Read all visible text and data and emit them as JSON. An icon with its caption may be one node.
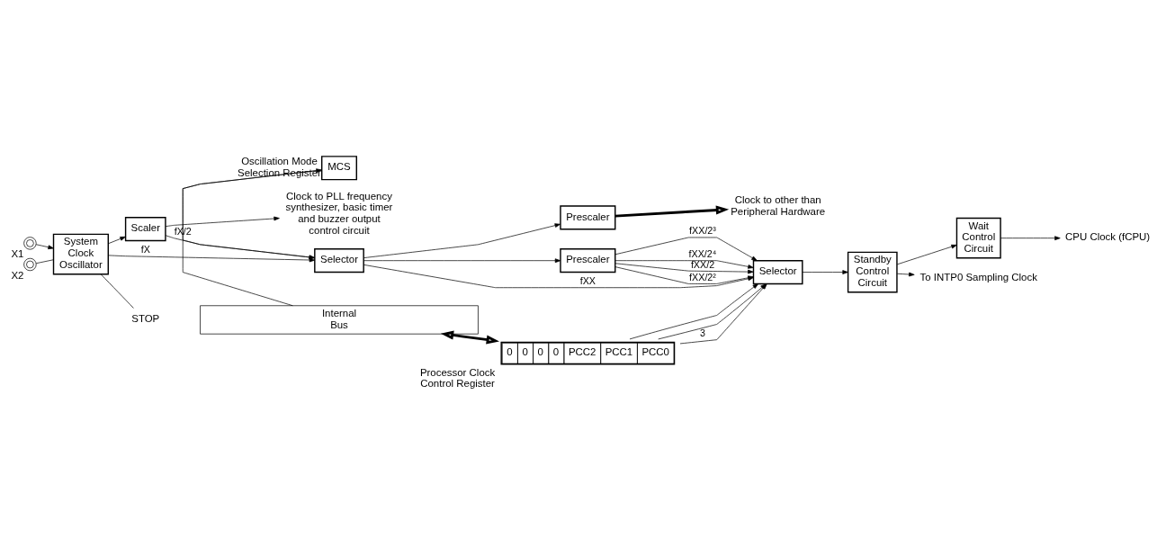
{
  "diagram": {
    "nodes": [
      {
        "text": [],
        "shape": "circle",
        "beside": [
          "X1"
        ]
      },
      {
        "text": [],
        "shape": "circle",
        "beside": [
          "X2"
        ]
      },
      {
        "text": [
          "System Clock Oscillator"
        ]
      },
      {
        "text": [
          "Scaler"
        ]
      },
      {
        "text": [
          "Selector"
        ]
      },
      {
        "text": [
          "Prescaler"
        ]
      },
      {
        "text": [
          "Prescaler"
        ]
      },
      {
        "text": [
          "Selector"
        ]
      },
      {
        "text": [
          "Standby Control Circuit"
        ]
      },
      {
        "text": [
          "Wait Control Circuit"
        ]
      },
      {
        "text": [
          "MCS"
        ],
        "beside": [
          "Oscillation Mode Selection Register"
        ]
      },
      {
        "text": [
          "0",
          "0",
          "0",
          "0",
          "PCC2",
          "PCC1",
          "PCC0"
        ],
        "beside": [
          "Processor Clock Control Register"
        ]
      },
      {
        "text": [
          "Internal Bus"
        ]
      },
      {
        "text": [
          "STOP"
        ]
      },
      {
        "text": [
          "Clock to PLL frequency synthesizer, basic timer and buzzer output control circuit"
        ]
      },
      {
        "text": [
          "Clock to other than Peripheral Hardware"
        ]
      },
      {
        "text": [
          "CPU Clock (fCPU)"
        ]
      },
      {
        "text": [
          "To INTP0 Sampling Clock"
        ]
      }
    ],
    "edges": [
      {
        "from": 0,
        "to": 2,
        "arrow": "to"
      },
      {
        "from": 1,
        "to": 2,
        "arrow": "none"
      },
      {
        "from": 2,
        "to": 4,
        "arrow": "to",
        "label": "fX"
      },
      {
        "from": 2,
        "to": 3,
        "arrow": "to"
      },
      {
        "from": 3,
        "to": 4,
        "arrow": "to",
        "label": "fX/2"
      },
      {
        "from": 3,
        "to": 14,
        "arrow": "to"
      },
      {
        "from": 2,
        "to": 13,
        "arrow": "none"
      },
      {
        "from": 4,
        "to": 5,
        "arrow": "to"
      },
      {
        "from": 4,
        "to": 6,
        "arrow": "to"
      },
      {
        "from": 4,
        "to": 7,
        "arrow": "to",
        "label": "fXX"
      },
      {
        "from": 6,
        "to": 7,
        "arrow": "to",
        "label": "fXX/2"
      },
      {
        "from": 6,
        "to": 7,
        "arrow": "to",
        "label": "fXX/2²"
      },
      {
        "from": 6,
        "to": 7,
        "arrow": "to",
        "label": "fXX/2³"
      },
      {
        "from": 6,
        "to": 7,
        "arrow": "to",
        "label": "fXX/2⁴"
      },
      {
        "from": 5,
        "to": 15,
        "arrow": "to",
        "style": "thick"
      },
      {
        "from": 7,
        "to": 8,
        "arrow": "to"
      },
      {
        "from": 8,
        "to": 9,
        "arrow": "to"
      },
      {
        "from": 8,
        "to": 17,
        "arrow": "to"
      },
      {
        "from": 9,
        "to": 16,
        "arrow": "to"
      },
      {
        "from": 10,
        "to": 4,
        "arrow": "to"
      },
      {
        "from": 12,
        "to": 10,
        "arrow": "to"
      },
      {
        "from": 12,
        "to": 11,
        "arrow": "both",
        "style": "thick"
      },
      {
        "from": 11,
        "to": 7,
        "arrow": "to"
      },
      {
        "from": 11,
        "to": 7,
        "arrow": "to"
      },
      {
        "from": 11,
        "to": 7,
        "arrow": "to",
        "label": "3"
      }
    ]
  }
}
